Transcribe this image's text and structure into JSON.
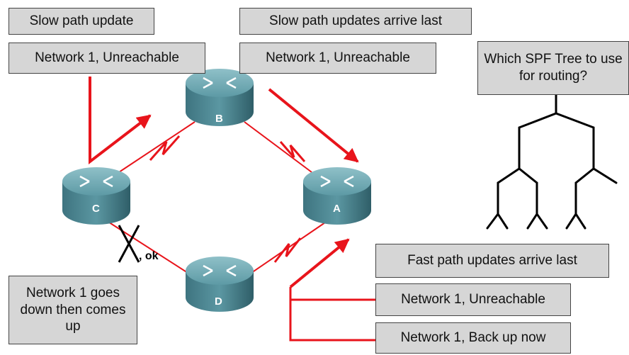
{
  "labels": {
    "slow_update": "Slow path update",
    "slow_left_network": "Network 1, Unreachable",
    "slow_arrive_last": "Slow path updates arrive last",
    "slow_right_network": "Network 1, Unreachable",
    "spf_question": "Which SPF Tree to use for routing?",
    "network_down": "Network 1 goes down then comes up",
    "fast_arrive_last": "Fast path updates arrive last",
    "fast_unreachable": "Network 1, Unreachable",
    "fast_back_up": "Network 1, Back up now"
  },
  "routers": {
    "a": "A",
    "b": "B",
    "c": "C",
    "d": "D"
  },
  "link_note": ", ok",
  "colors": {
    "update_arrow": "#e8141b",
    "link": "#e8141b",
    "router_body": "#4d8a96",
    "box_fill": "#d6d6d6"
  }
}
